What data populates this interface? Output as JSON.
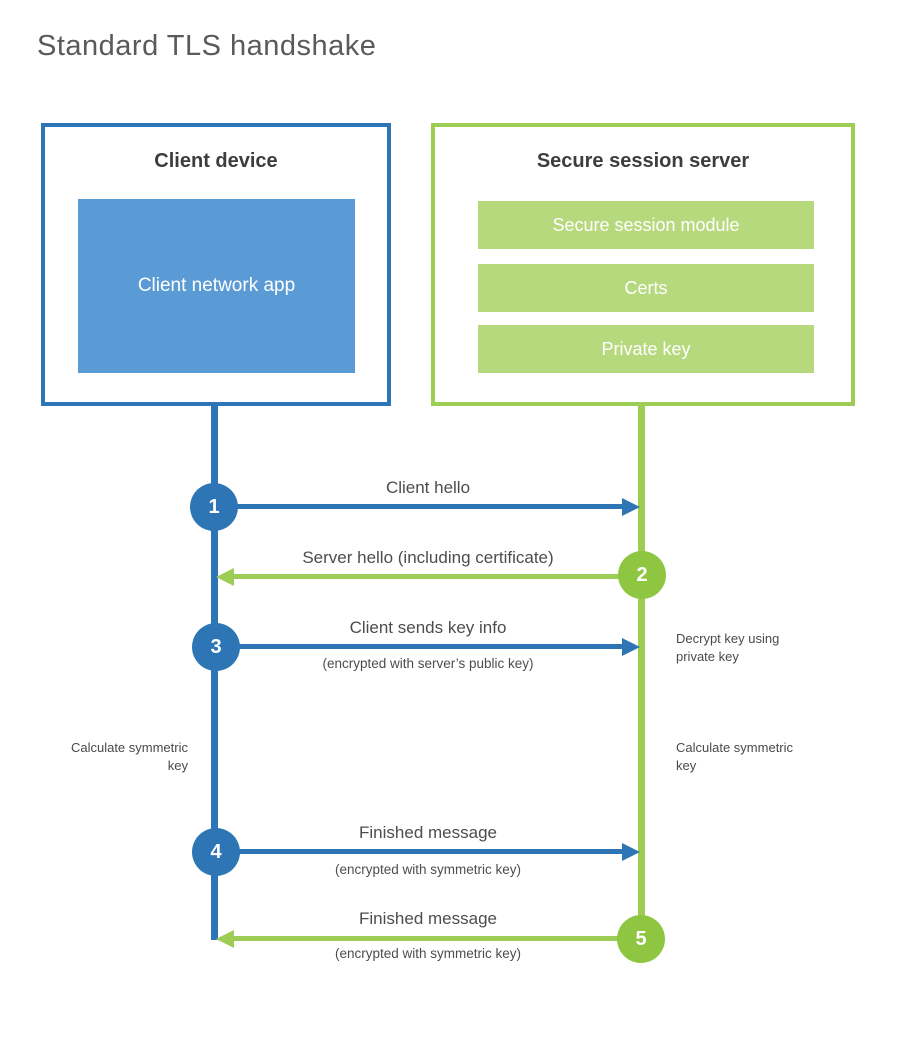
{
  "page": {
    "title": "Standard TLS handshake"
  },
  "colors": {
    "client_accent": "#2e75b6",
    "client_fill": "#5b9bd5",
    "server_accent": "#9ecd55",
    "server_circle": "#8fc641",
    "server_fill": "#b6d97e",
    "text_dark": "#3d3d3d",
    "text_body": "#4d4d4d"
  },
  "client": {
    "title": "Client device",
    "app_label": "Client network app"
  },
  "server": {
    "title": "Secure session server",
    "modules": [
      "Secure session module",
      "Certs",
      "Private key"
    ]
  },
  "messages": [
    {
      "step": "1",
      "from": "client",
      "label": "Client hello",
      "sublabel": ""
    },
    {
      "step": "2",
      "from": "server",
      "label": "Server hello (including certificate)",
      "sublabel": ""
    },
    {
      "step": "3",
      "from": "client",
      "label": "Client sends key info",
      "sublabel": "(encrypted with server’s public key)"
    },
    {
      "step": "4",
      "from": "client",
      "label": "Finished message",
      "sublabel": "(encrypted with symmetric key)"
    },
    {
      "step": "5",
      "from": "server",
      "label": "Finished message",
      "sublabel": "(encrypted with symmetric key)"
    }
  ],
  "annotations": {
    "decrypt_note": "Decrypt key using private key",
    "left_note": "Calculate symmetric key",
    "right_note": "Calculate symmetric key"
  }
}
